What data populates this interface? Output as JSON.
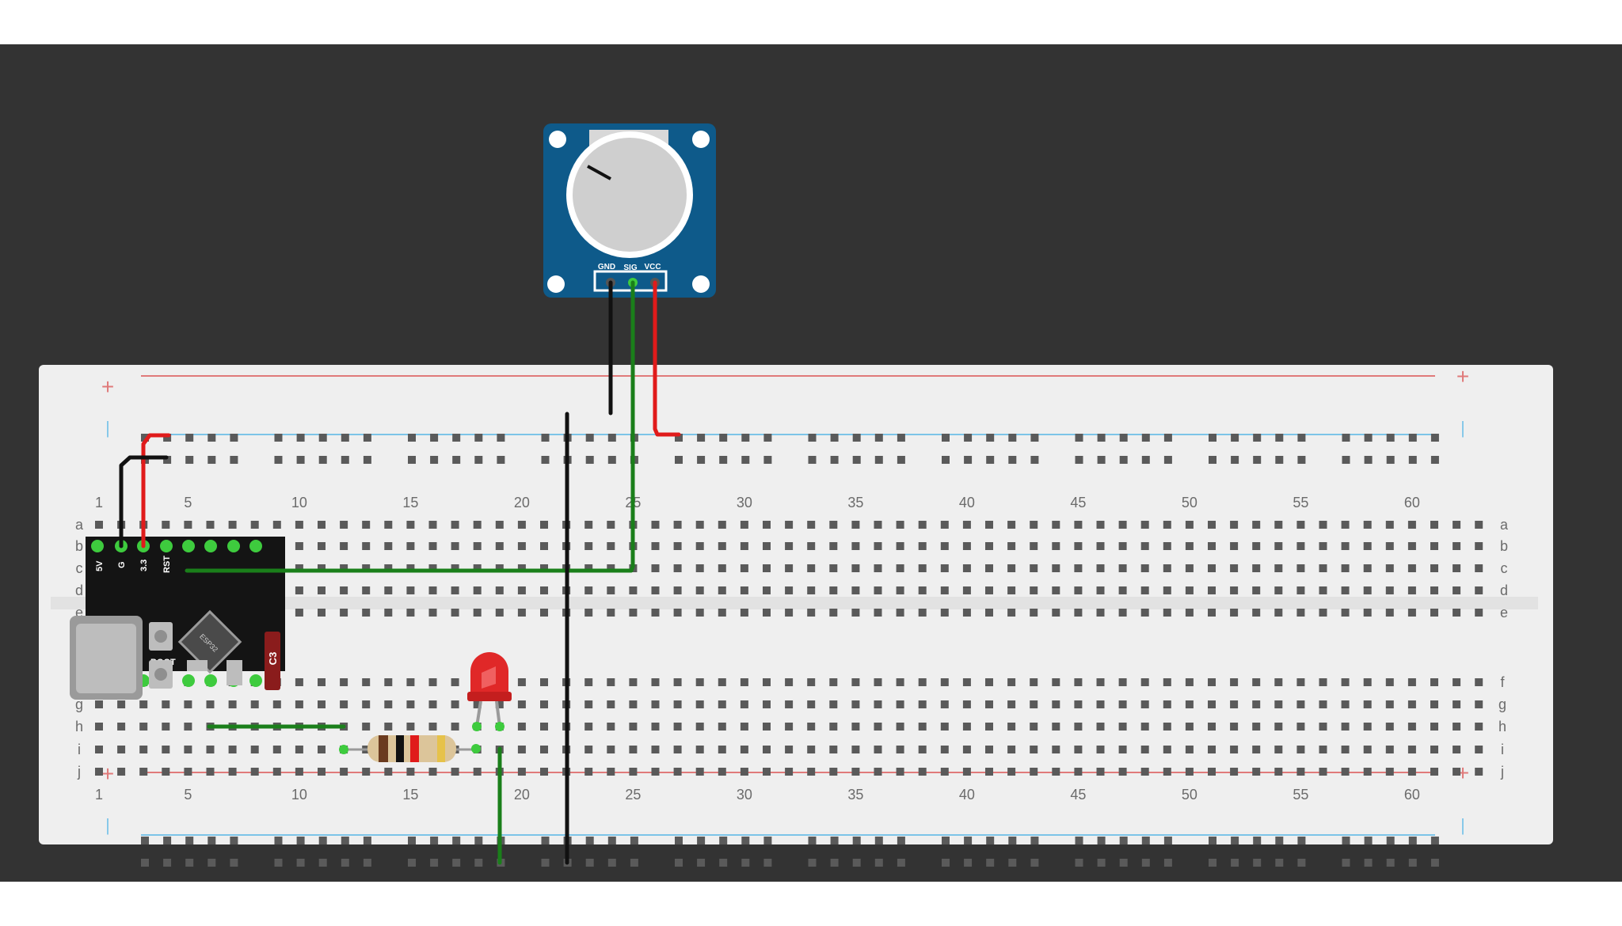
{
  "colors": {
    "canvas": "#333333",
    "breadboard": "#efefef",
    "hole": "#5a5a5a",
    "label": "#6b6b6b",
    "rail_positive": "#e07a7a",
    "rail_negative": "#7cc4e8",
    "wire_red": "#e01b1b",
    "wire_black": "#111111",
    "wire_green": "#1a7f1a",
    "pot_board": "#0e5a8a",
    "board_black": "#141414",
    "led_red": "#e02828",
    "pin_green": "#3ecb3e"
  },
  "breadboard": {
    "column_labels": [
      "1",
      "5",
      "10",
      "15",
      "20",
      "25",
      "30",
      "35",
      "40",
      "45",
      "50",
      "55",
      "60"
    ],
    "top_rows": [
      "a",
      "b",
      "c",
      "d",
      "e"
    ],
    "bottom_rows": [
      "f",
      "g",
      "h",
      "i",
      "j"
    ],
    "rail_plus": "+",
    "rail_minus": "|"
  },
  "potentiometer": {
    "pins": [
      "GND",
      "SIG",
      "VCC"
    ]
  },
  "microcontroller": {
    "top_pin_labels": [
      "5V",
      "G",
      "3.3",
      "RST"
    ],
    "bottom_label": "BOOT",
    "side_label": "C3",
    "chip_label": "ESP32"
  },
  "components": {
    "icons": [
      "potentiometer-icon",
      "led-icon",
      "resistor-icon",
      "usb-c-icon",
      "chip-icon"
    ]
  }
}
